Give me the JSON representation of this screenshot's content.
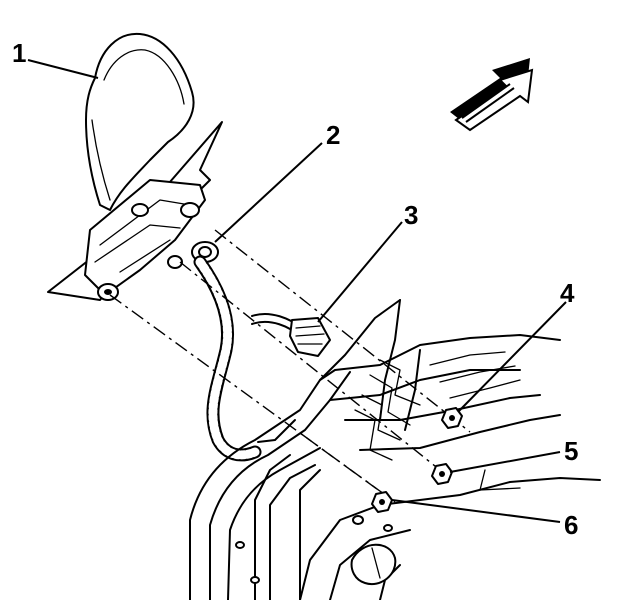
{
  "callouts": {
    "c1": "1",
    "c2": "2",
    "c3": "3",
    "c4": "4",
    "c5": "5",
    "c6": "6"
  },
  "icons": {
    "direction_arrow": "front-direction-arrow-icon"
  },
  "colors": {
    "line": "#000000",
    "background": "#ffffff"
  }
}
